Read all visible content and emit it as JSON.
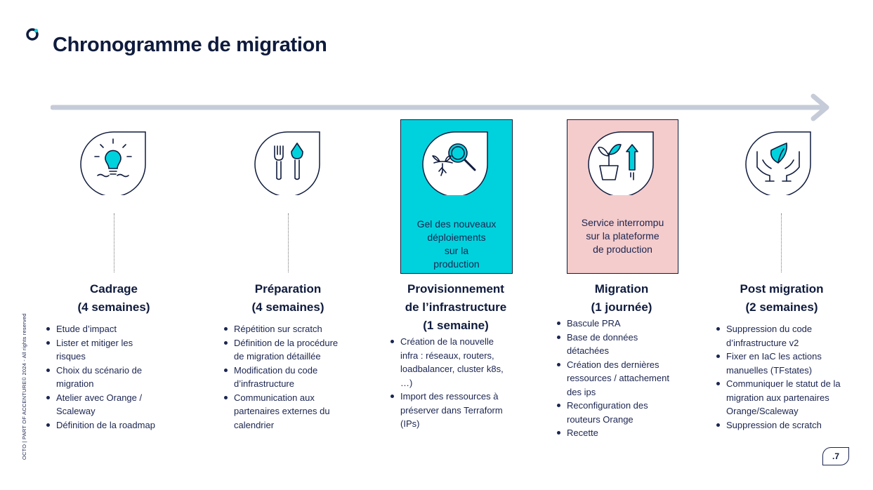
{
  "title": "Chronogramme de migration",
  "side_note": "OCTO | PART OF ACCENTURE© 2024 - All rights reserved",
  "page_number": ".7",
  "colors": {
    "navy": "#0f1b3d",
    "cyan": "#00d2dd",
    "pink": "#f4cccc",
    "arrow": "#c6cbd9"
  },
  "phases": [
    {
      "icon": "lightbulb-icon",
      "name_line1": "Cadrage",
      "name_line2": "(4 semaines)",
      "bullets": [
        "Etude d’impact",
        "Lister et mitiger les risques",
        "Choix du scénario de migration",
        "Atelier avec Orange / Scaleway",
        "Définition de la roadmap"
      ]
    },
    {
      "icon": "garden-tools-icon",
      "name_line1": "Préparation",
      "name_line2": "(4 semaines)",
      "bullets": [
        "Répétition sur scratch",
        "Définition de la procédure de migration détaillée",
        "Modification du code d’infrastructure",
        "Communication aux partenaires externes du calendrier"
      ]
    },
    {
      "icon": "magnifier-plant-icon",
      "highlight_lines": [
        "Gel des nouveaux",
        "déploiements",
        "sur la",
        "production"
      ],
      "name_line1": "Provisionnement",
      "name_line2": "de l’infrastructure",
      "name_line3": "(1 semaine)",
      "bullets": [
        "Création de la nouvelle infra : réseaux, routers, loadbalancer, cluster k8s, …)",
        "Import des ressources à préserver dans Terraform (IPs)"
      ]
    },
    {
      "icon": "plant-growth-arrow-icon",
      "highlight_lines": [
        "Service interrompu",
        "sur la plateforme",
        "de production"
      ],
      "name_line1": "Migration",
      "name_line2": "(1 journée)",
      "bullets": [
        "Bascule PRA",
        "Base de données détachées",
        "Création des dernières ressources / attachement des ips",
        "Reconfiguration des routeurs Orange",
        "Recette"
      ]
    },
    {
      "icon": "hands-leaf-icon",
      "name_line1": "Post migration",
      "name_line2": "(2 semaines)",
      "bullets": [
        "Suppression du code d’infrastructure v2",
        "Fixer en IaC les actions manuelles (TFstates)",
        "Communiquer le statut de la migration aux partenaires Orange/Scaleway",
        "Suppression de scratch"
      ]
    }
  ]
}
